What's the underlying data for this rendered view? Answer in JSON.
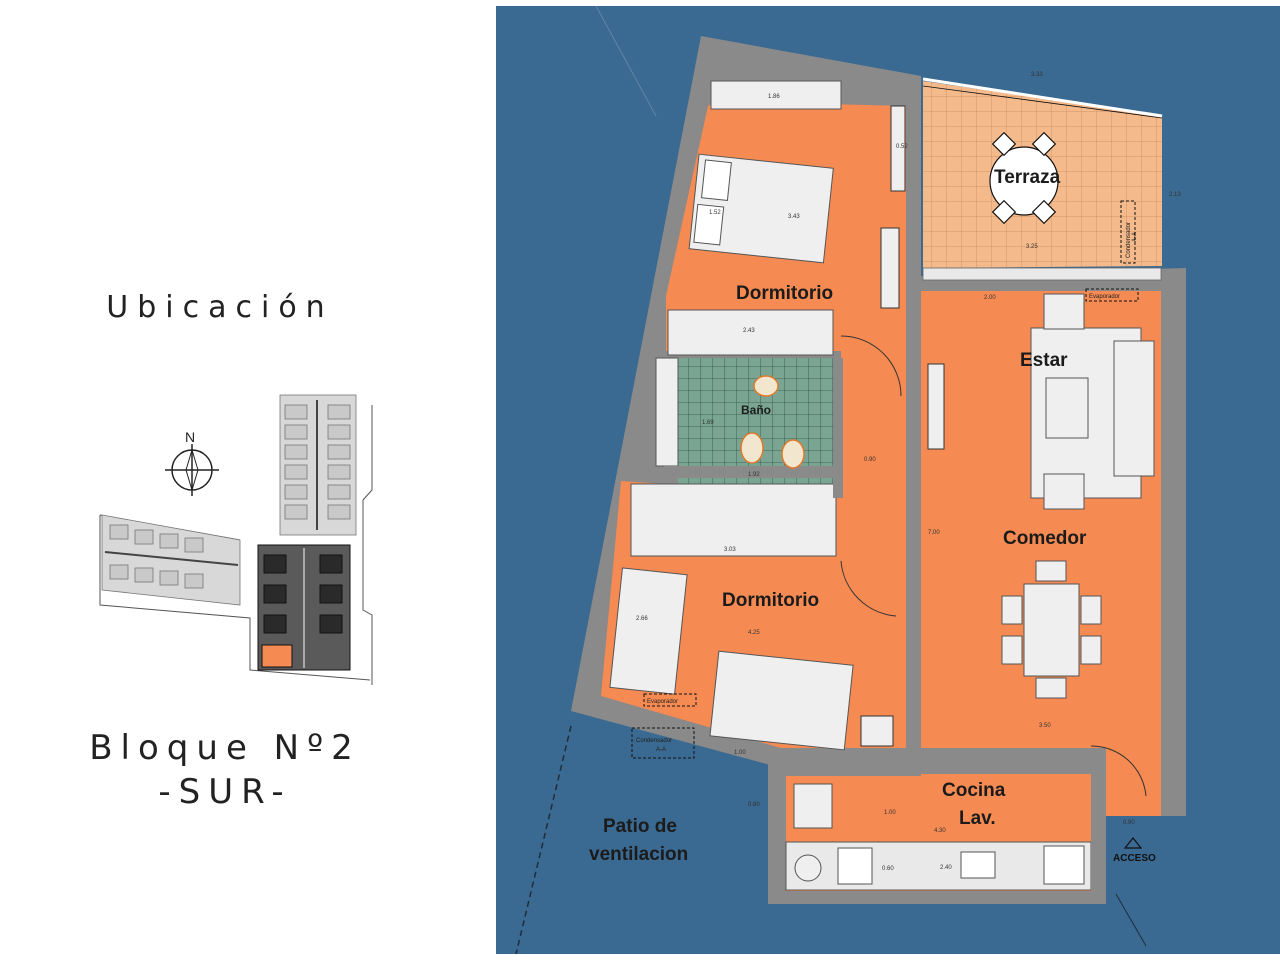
{
  "location_title": "Ubicación",
  "block": {
    "line1": "Bloque Nº2",
    "line2": "-SUR-"
  },
  "compass": {
    "label": "N"
  },
  "rooms": {
    "terrace": "Terraza",
    "bedroom_top": "Dormitorio",
    "bathroom": "Baño",
    "bedroom_bottom": "Dormitorio",
    "living": "Estar",
    "dining": "Comedor",
    "kitchen_line1": "Cocina",
    "kitchen_line2": "Lav.",
    "patio_line1": "Patio de",
    "patio_line2": "ventilacion",
    "access": "ACCESO"
  },
  "equipment": {
    "condenser_terrace_1": "Condensador",
    "condenser_terrace_2": "A-A",
    "evaporator_living": "Evaporador",
    "evaporator_bedroom": "Evaporador",
    "condenser_bedroom_1": "Condensador",
    "condenser_bedroom_2": "A-A"
  },
  "dimensions": {
    "terrace_width": "3.33",
    "terrace_side": "2.13",
    "terrace_inner": "3.25",
    "closet_top": "1.86",
    "closet_depth": "0.52",
    "bed1_a": "3.43",
    "bed1_b": "1.52",
    "living_top": "2.00",
    "closet_mid": "2.43",
    "bath_depth": "1.69",
    "bath_width": "1.92",
    "hall": "0.90",
    "living_height": "7.00",
    "bed2_width": "3.03",
    "bed2_depth": "2.66",
    "bed2_diag": "4.25",
    "bed2_bottom": "1.00",
    "living_width": "3.50",
    "kitchen_height": "1.00",
    "kitchen_width": "4.30",
    "kitchen_left": "0.80",
    "kitchen_depth": "0.60",
    "counter": "2.40",
    "access_width": "0.90"
  },
  "colors": {
    "background_panel": "#3a6a91",
    "room_fill": "#f58b52",
    "terrace_fill": "#f4ba8c",
    "wall": "#8a8a8a",
    "bath_fill": "#6f9c88"
  }
}
